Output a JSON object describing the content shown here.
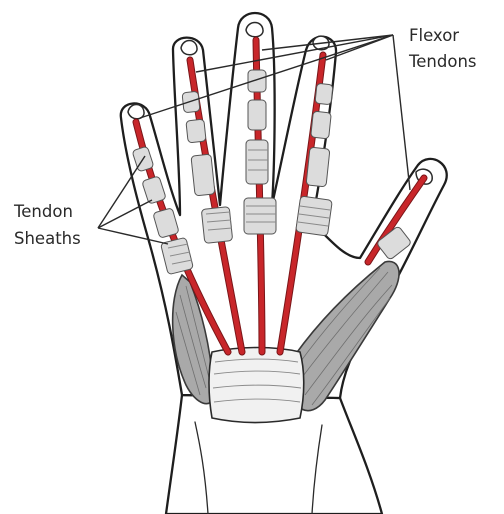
{
  "labels": {
    "flexor_tendons_line1": "Flexor",
    "flexor_tendons_line2": "Tendons",
    "tendon_sheaths_line1": "Tendon",
    "tendon_sheaths_line2": "Sheaths"
  },
  "colors": {
    "tendon": "#c8262a",
    "outline": "#1e1e1e",
    "sheath": "#dcdcdc",
    "muscle": "#a9a9a9"
  }
}
